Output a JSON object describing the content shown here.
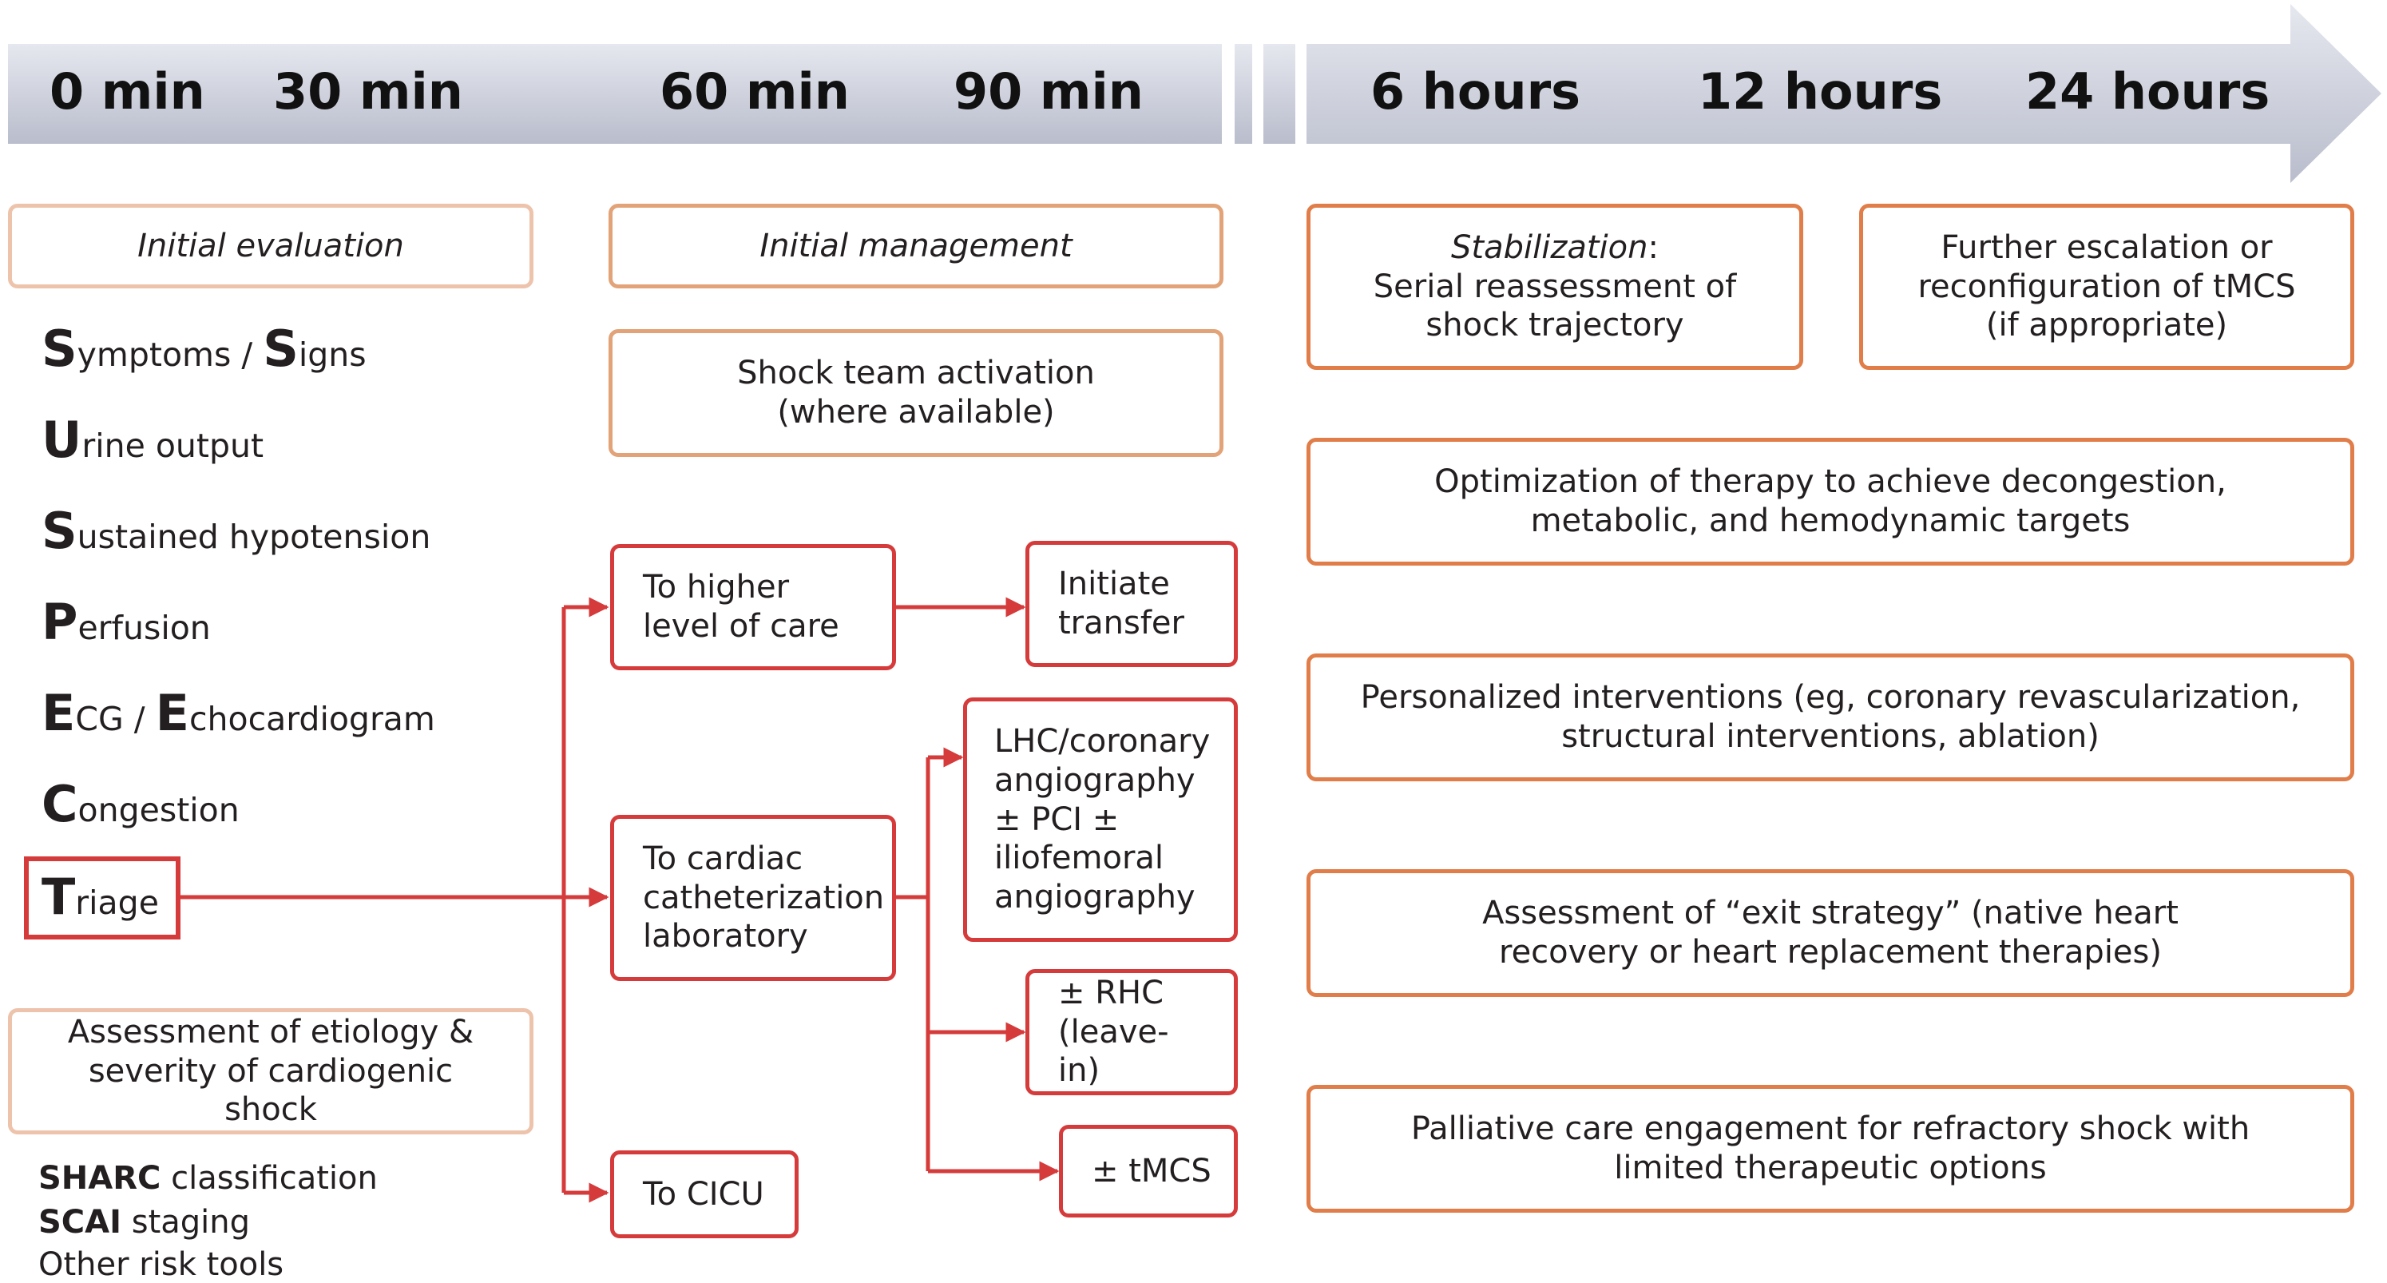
{
  "timeline": {
    "marks": [
      "0 min",
      "30 min",
      "60 min",
      "90 min",
      "6 hours",
      "12 hours",
      "24 hours"
    ]
  },
  "evaluation": {
    "header": "Initial evaluation",
    "suspect": [
      {
        "parts": [
          {
            "t": "S",
            "big": true
          },
          {
            "t": "ymptoms / "
          },
          {
            "t": "S",
            "big": true
          },
          {
            "t": "igns"
          }
        ]
      },
      {
        "parts": [
          {
            "t": "U",
            "big": true
          },
          {
            "t": "rine output"
          }
        ]
      },
      {
        "parts": [
          {
            "t": "S",
            "big": true
          },
          {
            "t": "ustained hypotension"
          }
        ]
      },
      {
        "parts": [
          {
            "t": "P",
            "big": true
          },
          {
            "t": "erfusion"
          }
        ]
      },
      {
        "parts": [
          {
            "t": "E",
            "big": true
          },
          {
            "t": "CG / "
          },
          {
            "t": "E",
            "big": true
          },
          {
            "t": "chocardiogram"
          }
        ]
      },
      {
        "parts": [
          {
            "t": "C",
            "big": true
          },
          {
            "t": "ongestion"
          }
        ]
      },
      {
        "parts": [
          {
            "t": "T",
            "big": true
          },
          {
            "t": "riage"
          }
        ]
      }
    ],
    "assessment": "Assessment of etiology & severity of cardiogenic shock",
    "tools": [
      {
        "bold": "SHARC",
        "rest": " classification"
      },
      {
        "bold": "SCAI",
        "rest": " staging"
      },
      {
        "bold": "",
        "rest": "Other risk tools"
      }
    ]
  },
  "management": {
    "header": "Initial management",
    "shock_team": "Shock team activation (where available)",
    "higher_care": "To higher level of care",
    "initiate_transfer": "Initiate transfer",
    "cath_lab": "To cardiac catheterization laboratory",
    "lhc": "LHC/coronary angiography ± PCI ± iliofemoral angiography",
    "rhc": "± RHC (leave-in)",
    "tmcs": "± tMCS",
    "cicu": "To CICU"
  },
  "stabilization": {
    "title": "Stabilization",
    "title_suffix": ":",
    "text": "Serial reassessment of shock trajectory",
    "escalation": "Further escalation or reconfiguration of tMCS (if appropriate)",
    "optimization": "Optimization of therapy to achieve decongestion, metabolic, and hemodynamic targets",
    "personalized": "Personalized interventions (eg, coronary revascularization, structural interventions, ablation)",
    "exit_strategy": "Assessment of “exit strategy” (native heart recovery or heart replacement therapies)",
    "palliative": "Palliative care engagement for refractory shock with limited therapeutic options"
  },
  "colors": {
    "timeline_band": "#c9ccd8",
    "light_border": "#edc3ac",
    "mid_border": "#e2a378",
    "orange_border": "#e07d49",
    "red": "#d63b3b"
  }
}
